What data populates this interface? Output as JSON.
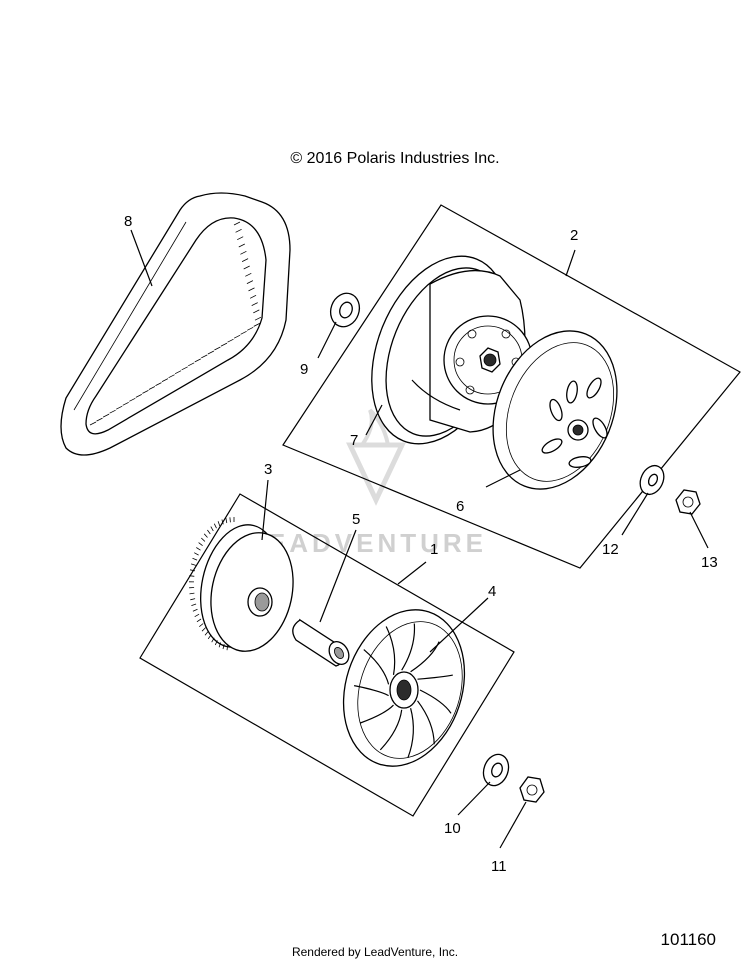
{
  "header": {
    "copyright": "© 2016 Polaris Industries Inc."
  },
  "footer": {
    "rendered_by": "Rendered by LeadVenture, Inc.",
    "figure_number": "101160"
  },
  "watermark": {
    "text": "LEADVENTURE"
  },
  "callouts": [
    {
      "id": "1",
      "part": "drive-clutch-assembly"
    },
    {
      "id": "2",
      "part": "driven-clutch-assembly"
    },
    {
      "id": "3",
      "part": "drive-face-pulley"
    },
    {
      "id": "4",
      "part": "fan-sheave"
    },
    {
      "id": "5",
      "part": "sleeve"
    },
    {
      "id": "6",
      "part": "clutch-bell"
    },
    {
      "id": "7",
      "part": "clutch-pulley"
    },
    {
      "id": "8",
      "part": "drive-belt"
    },
    {
      "id": "9",
      "part": "washer"
    },
    {
      "id": "10",
      "part": "washer"
    },
    {
      "id": "11",
      "part": "nut"
    },
    {
      "id": "12",
      "part": "washer"
    },
    {
      "id": "13",
      "part": "nut"
    }
  ]
}
